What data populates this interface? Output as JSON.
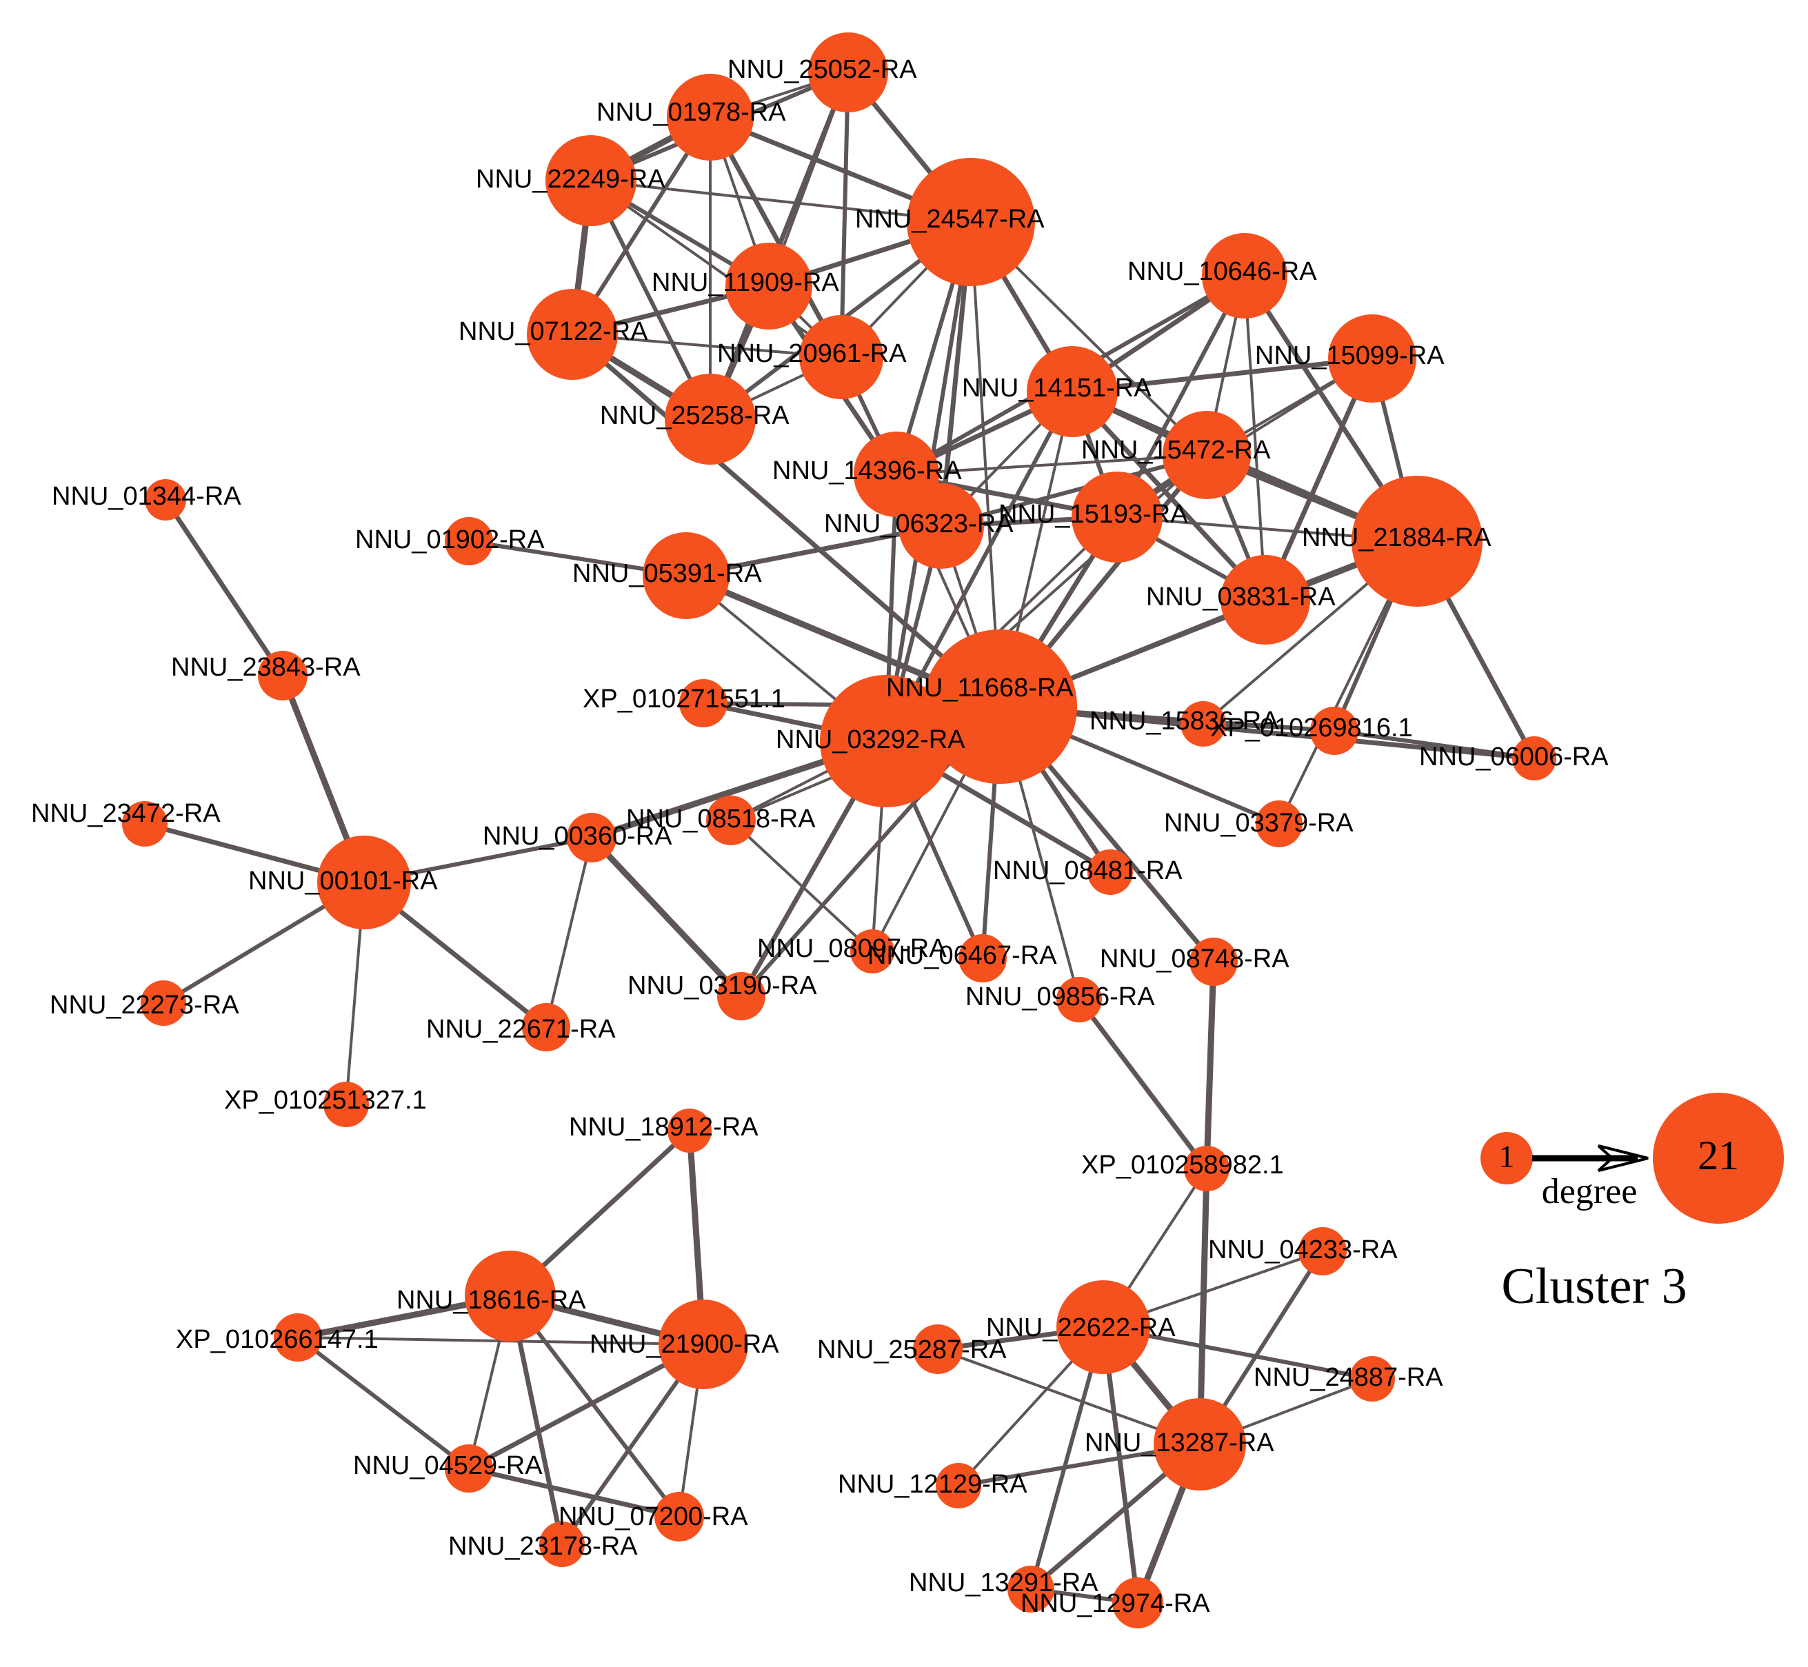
{
  "colors": {
    "node": "#f4511e",
    "edge": "#5e5656",
    "text": "#000000"
  },
  "cluster_title": "Cluster 3",
  "legend": {
    "min": "1",
    "max": "21",
    "label": "degree"
  },
  "nodes": [
    {
      "id": "n01",
      "label": "NNU_01978-RA"
    },
    {
      "id": "n02",
      "label": "NNU_25052-RA"
    },
    {
      "id": "n03",
      "label": "NNU_22249-RA"
    },
    {
      "id": "n04",
      "label": "NNU_24547-RA"
    },
    {
      "id": "n05",
      "label": "NNU_11909-RA"
    },
    {
      "id": "n06",
      "label": "NNU_07122-RA"
    },
    {
      "id": "n07",
      "label": "NNU_20961-RA"
    },
    {
      "id": "n08",
      "label": "NNU_25258-RA"
    },
    {
      "id": "n09",
      "label": "NNU_10646-RA"
    },
    {
      "id": "n10",
      "label": "NNU_15099-RA"
    },
    {
      "id": "n11",
      "label": "NNU_14151-RA"
    },
    {
      "id": "n12",
      "label": "NNU_15472-RA"
    },
    {
      "id": "n13",
      "label": "NNU_14396-RA"
    },
    {
      "id": "n14",
      "label": "NNU_06323-RA"
    },
    {
      "id": "n15",
      "label": "NNU_15193-RA"
    },
    {
      "id": "n16",
      "label": "NNU_21884-RA"
    },
    {
      "id": "n17",
      "label": "NNU_03831-RA"
    },
    {
      "id": "n18",
      "label": "NNU_01344-RA"
    },
    {
      "id": "n19",
      "label": "NNU_01902-RA"
    },
    {
      "id": "n20",
      "label": "NNU_05391-RA"
    },
    {
      "id": "n21",
      "label": "NNU_11668-RA"
    },
    {
      "id": "n22",
      "label": "NNU_23843-RA"
    },
    {
      "id": "n23",
      "label": "XP_010271551.1"
    },
    {
      "id": "n24",
      "label": "NNU_03292-RA"
    },
    {
      "id": "n25",
      "label": "NNU_15836-RA"
    },
    {
      "id": "n26",
      "label": "XP_010269816.1"
    },
    {
      "id": "n27",
      "label": "NNU_06006-RA"
    },
    {
      "id": "n28",
      "label": "NNU_23472-RA"
    },
    {
      "id": "n29",
      "label": "NNU_08518-RA"
    },
    {
      "id": "n30",
      "label": "NNU_00360-RA"
    },
    {
      "id": "n31",
      "label": "NNU_03379-RA"
    },
    {
      "id": "n32",
      "label": "NNU_00101-RA"
    },
    {
      "id": "n33",
      "label": "NNU_08481-RA"
    },
    {
      "id": "n34",
      "label": "NNU_08097-RA"
    },
    {
      "id": "n35",
      "label": "NNU_06467-RA"
    },
    {
      "id": "n36",
      "label": "NNU_08748-RA"
    },
    {
      "id": "n37",
      "label": "NNU_03190-RA"
    },
    {
      "id": "n38",
      "label": "NNU_09856-RA"
    },
    {
      "id": "n39",
      "label": "NNU_22273-RA"
    },
    {
      "id": "n40",
      "label": "NNU_22671-RA"
    },
    {
      "id": "n41",
      "label": "XP_010251327.1"
    },
    {
      "id": "n42",
      "label": "NNU_18912-RA"
    },
    {
      "id": "n43",
      "label": "XP_010258982.1"
    },
    {
      "id": "n44",
      "label": "NNU_04233-RA"
    },
    {
      "id": "n45",
      "label": "NNU_18616-RA"
    },
    {
      "id": "n46",
      "label": "XP_010266147.1"
    },
    {
      "id": "n47",
      "label": "NNU_21900-RA"
    },
    {
      "id": "n48",
      "label": "NNU_25287-RA"
    },
    {
      "id": "n49",
      "label": "NNU_22622-RA"
    },
    {
      "id": "n50",
      "label": "NNU_24887-RA"
    },
    {
      "id": "n51",
      "label": "NNU_13287-RA"
    },
    {
      "id": "n52",
      "label": "NNU_04529-RA"
    },
    {
      "id": "n53",
      "label": "NNU_07200-RA"
    },
    {
      "id": "n54",
      "label": "NNU_12129-RA"
    },
    {
      "id": "n55",
      "label": "NNU_23178-RA"
    },
    {
      "id": "n56",
      "label": "NNU_13291-RA"
    },
    {
      "id": "n57",
      "label": "NNU_12974-RA"
    }
  ],
  "edges": [
    [
      "n01",
      "n02"
    ],
    [
      "n01",
      "n03"
    ],
    [
      "n01",
      "n04"
    ],
    [
      "n01",
      "n05"
    ],
    [
      "n01",
      "n06"
    ],
    [
      "n01",
      "n07"
    ],
    [
      "n01",
      "n08"
    ],
    [
      "n02",
      "n03"
    ],
    [
      "n02",
      "n04"
    ],
    [
      "n02",
      "n05"
    ],
    [
      "n02",
      "n07"
    ],
    [
      "n02",
      "n08"
    ],
    [
      "n03",
      "n04"
    ],
    [
      "n03",
      "n05"
    ],
    [
      "n03",
      "n06"
    ],
    [
      "n03",
      "n07"
    ],
    [
      "n03",
      "n08"
    ],
    [
      "n04",
      "n05"
    ],
    [
      "n04",
      "n07"
    ],
    [
      "n04",
      "n08"
    ],
    [
      "n04",
      "n11"
    ],
    [
      "n04",
      "n12"
    ],
    [
      "n04",
      "n13"
    ],
    [
      "n04",
      "n14"
    ],
    [
      "n04",
      "n21"
    ],
    [
      "n04",
      "n24"
    ],
    [
      "n05",
      "n06"
    ],
    [
      "n05",
      "n07"
    ],
    [
      "n05",
      "n08"
    ],
    [
      "n05",
      "n13"
    ],
    [
      "n06",
      "n07"
    ],
    [
      "n06",
      "n08"
    ],
    [
      "n06",
      "n21"
    ],
    [
      "n07",
      "n08"
    ],
    [
      "n07",
      "n13"
    ],
    [
      "n09",
      "n11"
    ],
    [
      "n09",
      "n12"
    ],
    [
      "n09",
      "n15"
    ],
    [
      "n09",
      "n16"
    ],
    [
      "n09",
      "n17"
    ],
    [
      "n09",
      "n13"
    ],
    [
      "n10",
      "n11"
    ],
    [
      "n10",
      "n12"
    ],
    [
      "n10",
      "n16"
    ],
    [
      "n10",
      "n17"
    ],
    [
      "n10",
      "n15"
    ],
    [
      "n11",
      "n12"
    ],
    [
      "n11",
      "n13"
    ],
    [
      "n11",
      "n14"
    ],
    [
      "n11",
      "n15"
    ],
    [
      "n11",
      "n16"
    ],
    [
      "n11",
      "n21"
    ],
    [
      "n11",
      "n24"
    ],
    [
      "n11",
      "n17"
    ],
    [
      "n12",
      "n13"
    ],
    [
      "n12",
      "n14"
    ],
    [
      "n12",
      "n15"
    ],
    [
      "n12",
      "n16"
    ],
    [
      "n12",
      "n17"
    ],
    [
      "n12",
      "n21"
    ],
    [
      "n12",
      "n24"
    ],
    [
      "n13",
      "n14"
    ],
    [
      "n13",
      "n15"
    ],
    [
      "n13",
      "n21"
    ],
    [
      "n13",
      "n24"
    ],
    [
      "n14",
      "n15"
    ],
    [
      "n14",
      "n21"
    ],
    [
      "n14",
      "n24"
    ],
    [
      "n14",
      "n20"
    ],
    [
      "n15",
      "n16"
    ],
    [
      "n15",
      "n17"
    ],
    [
      "n15",
      "n21"
    ],
    [
      "n15",
      "n24"
    ],
    [
      "n16",
      "n17"
    ],
    [
      "n16",
      "n21"
    ],
    [
      "n16",
      "n25"
    ],
    [
      "n16",
      "n26"
    ],
    [
      "n16",
      "n27"
    ],
    [
      "n16",
      "n31"
    ],
    [
      "n17",
      "n21"
    ],
    [
      "n18",
      "n22"
    ],
    [
      "n22",
      "n32"
    ],
    [
      "n19",
      "n20"
    ],
    [
      "n20",
      "n21"
    ],
    [
      "n20",
      "n24"
    ],
    [
      "n21",
      "n23"
    ],
    [
      "n21",
      "n24"
    ],
    [
      "n21",
      "n25"
    ],
    [
      "n21",
      "n26"
    ],
    [
      "n21",
      "n27"
    ],
    [
      "n21",
      "n29"
    ],
    [
      "n21",
      "n31"
    ],
    [
      "n21",
      "n33"
    ],
    [
      "n21",
      "n34"
    ],
    [
      "n21",
      "n35"
    ],
    [
      "n21",
      "n36"
    ],
    [
      "n21",
      "n38"
    ],
    [
      "n21",
      "n37"
    ],
    [
      "n23",
      "n24"
    ],
    [
      "n24",
      "n29"
    ],
    [
      "n24",
      "n30"
    ],
    [
      "n24",
      "n33"
    ],
    [
      "n24",
      "n34"
    ],
    [
      "n24",
      "n35"
    ],
    [
      "n24",
      "n37"
    ],
    [
      "n25",
      "n26"
    ],
    [
      "n26",
      "n27"
    ],
    [
      "n28",
      "n32"
    ],
    [
      "n29",
      "n34"
    ],
    [
      "n30",
      "n32"
    ],
    [
      "n30",
      "n37"
    ],
    [
      "n30",
      "n40"
    ],
    [
      "n32",
      "n39"
    ],
    [
      "n32",
      "n40"
    ],
    [
      "n32",
      "n41"
    ],
    [
      "n36",
      "n43"
    ],
    [
      "n38",
      "n43"
    ],
    [
      "n43",
      "n49"
    ],
    [
      "n43",
      "n51"
    ],
    [
      "n42",
      "n45"
    ],
    [
      "n42",
      "n47"
    ],
    [
      "n45",
      "n46"
    ],
    [
      "n45",
      "n47"
    ],
    [
      "n45",
      "n52"
    ],
    [
      "n45",
      "n53"
    ],
    [
      "n45",
      "n55"
    ],
    [
      "n46",
      "n47"
    ],
    [
      "n46",
      "n52"
    ],
    [
      "n47",
      "n52"
    ],
    [
      "n47",
      "n53"
    ],
    [
      "n47",
      "n55"
    ],
    [
      "n52",
      "n53"
    ],
    [
      "n44",
      "n49"
    ],
    [
      "n44",
      "n51"
    ],
    [
      "n48",
      "n49"
    ],
    [
      "n48",
      "n51"
    ],
    [
      "n49",
      "n50"
    ],
    [
      "n49",
      "n51"
    ],
    [
      "n49",
      "n54"
    ],
    [
      "n49",
      "n56"
    ],
    [
      "n49",
      "n57"
    ],
    [
      "n50",
      "n51"
    ],
    [
      "n51",
      "n54"
    ],
    [
      "n51",
      "n56"
    ],
    [
      "n51",
      "n57"
    ],
    [
      "n56",
      "n57"
    ]
  ]
}
